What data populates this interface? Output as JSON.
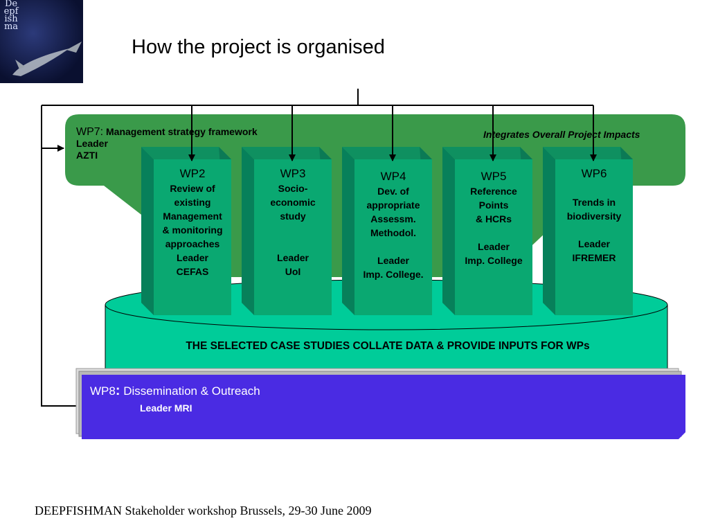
{
  "logo": {
    "letters": "Deepfishma"
  },
  "title": "How the project is organised",
  "wp7": {
    "code": "WP7:",
    "name": "Management strategy  framework",
    "leader_label": "Leader",
    "leader": "AZTI",
    "impacts": "Integrates Overall Project Impacts"
  },
  "columns": [
    {
      "lines": [
        "WP2",
        "Review of",
        "existing",
        "Management",
        "& monitoring",
        "approaches",
        "Leader",
        "CEFAS"
      ]
    },
    {
      "lines": [
        "WP3",
        "Socio-",
        "economic",
        "study",
        "",
        "",
        "Leader",
        "UoI"
      ]
    },
    {
      "lines": [
        "WP4",
        "Dev. of",
        "appropriate",
        "Assessm.",
        "Methodol.",
        "",
        "Leader",
        "Imp. College."
      ]
    },
    {
      "lines": [
        "WP5",
        "Reference",
        "Points",
        "& HCRs",
        "",
        "Leader",
        "Imp. College"
      ]
    },
    {
      "lines": [
        "WP6",
        "",
        "Trends in",
        "biodiversity",
        "",
        "Leader",
        "IFREMER"
      ]
    }
  ],
  "case_studies": "THE SELECTED CASE STUDIES COLLATE DATA & PROVIDE INPUTS FOR WPs",
  "wp8": {
    "code": "WP8",
    "colon": ":",
    "name": " Dissemination & Outreach",
    "leader": "Leader MRI"
  },
  "footer": "DEEPFISHMAN Stakeholder workshop Brussels, 29-30 June 2009",
  "colors": {
    "wp7_green": "#3a9a4a",
    "column_front": "#0aa871",
    "column_side": "#07805a",
    "cylinder": "#00cc99",
    "wp8_blue": "#4a2be3"
  }
}
